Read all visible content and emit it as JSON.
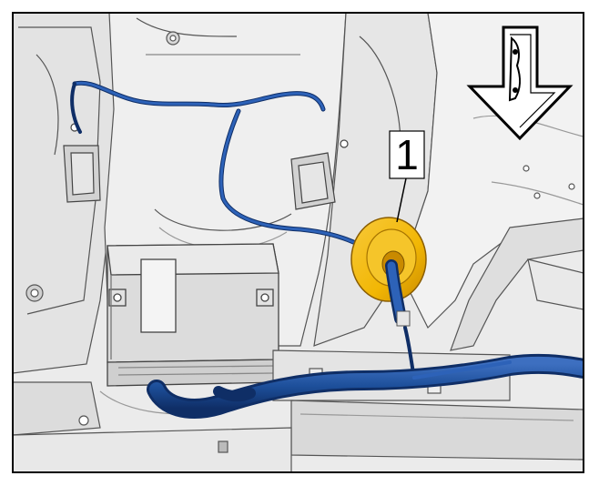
{
  "illustration": {
    "callouts": [
      {
        "number": "1",
        "target": "grommet"
      }
    ],
    "orientation_arrow": {
      "direction": "down",
      "icon": "vehicle-front-arrow-icon"
    },
    "colors": {
      "frame": "#000000",
      "body_panel": "#ebebeb",
      "panel_dark": "#d5d5d5",
      "harness": "#1d4f9a",
      "harness_dark": "#0f2e66",
      "grommet": "#f2b705",
      "grommet_dark": "#b27d00"
    }
  }
}
